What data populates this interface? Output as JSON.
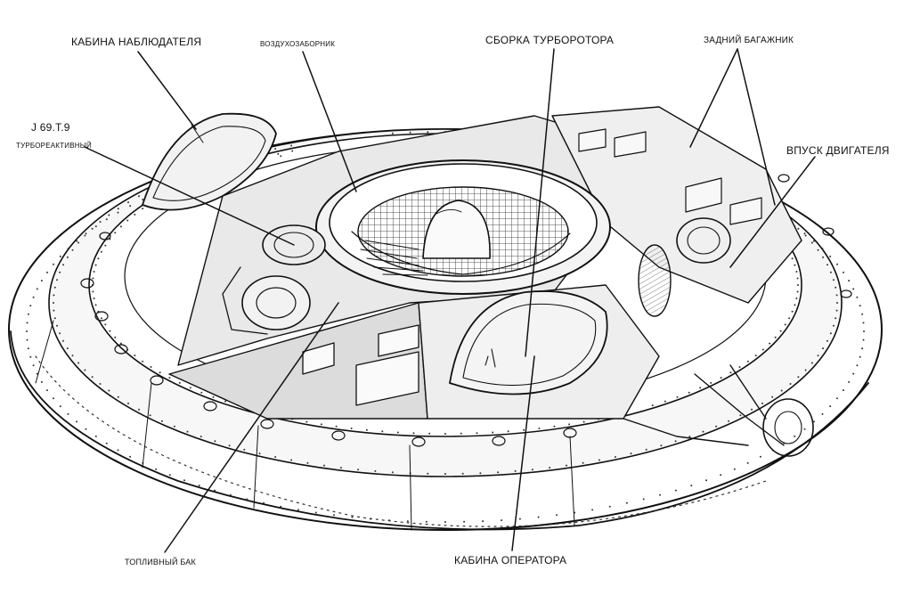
{
  "labels": {
    "observer_cabin": "КАБИНА НАБЛЮДАТЕЛЯ",
    "air_intake": "ВОЗДУХОЗАБОРНИК",
    "turborotor": "СБОРКА ТУРБОРОТОРА",
    "rear_luggage": "ЗАДНИЙ БАГАЖНИК",
    "engine_code": "J 69.T.9",
    "turbojet": "ТУРБОРЕАКТИВНЫЙ",
    "engine_intake": "ВПУСК ДВИГАТЕЛЯ",
    "fuel_tank": "ТОПЛИВНЫЙ БАК",
    "operator_cabin": "КАБИНА ОПЕРАТОРА"
  }
}
